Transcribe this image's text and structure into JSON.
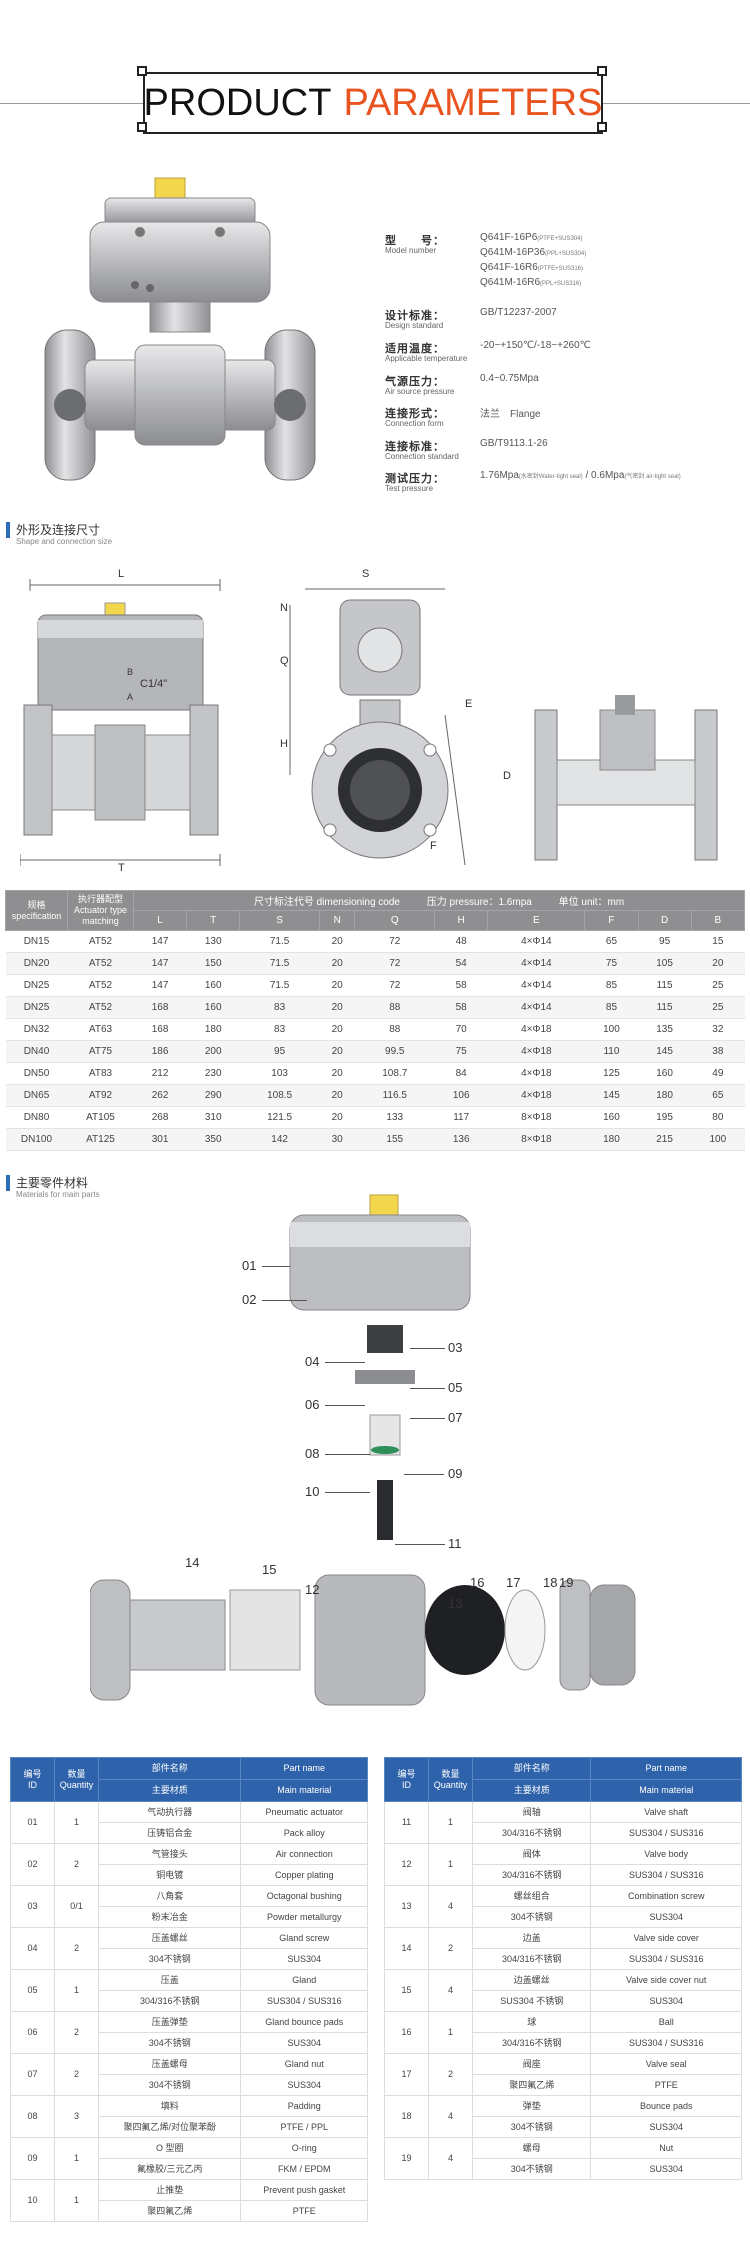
{
  "header": {
    "title_part1": "PRODUCT",
    "title_part2": "PARAMETERS",
    "accent": "#e8531f"
  },
  "specs": [
    {
      "label": "型　　号：",
      "sub": "Model number",
      "values": [
        {
          "main": "Q641F-16P6",
          "note": "(PTFE+SUS304)"
        },
        {
          "main": "Q641M-16P36",
          "note": "(PPL+SUS304)"
        },
        {
          "main": "Q641F-16R6",
          "note": "(PTFE+SUS316)"
        },
        {
          "main": "Q641M-16R6",
          "note": "(PPL+SUS316)"
        }
      ]
    },
    {
      "label": "设计标准：",
      "sub": "Design standard",
      "values": [
        {
          "main": "GB/T12237-2007",
          "note": ""
        }
      ]
    },
    {
      "label": "适用温度：",
      "sub": "Applicable temperature",
      "values": [
        {
          "main": "-20~+150℃/-18~+260℃",
          "note": ""
        }
      ]
    },
    {
      "label": "气源压力：",
      "sub": "Air source pressure",
      "values": [
        {
          "main": "0.4~0.75Mpa",
          "note": ""
        }
      ]
    },
    {
      "label": "连接形式：",
      "sub": "Connection form",
      "values": [
        {
          "main": "法兰　Flange",
          "note": ""
        }
      ]
    },
    {
      "label": "连接标准：",
      "sub": "Connection standard",
      "values": [
        {
          "main": "GB/T9113.1-26",
          "note": ""
        }
      ]
    },
    {
      "label": "测试压力：",
      "sub": "Test pressure",
      "values": [
        {
          "main": "1.76Mpa",
          "note": "(水密封Water-tight seal)",
          "main2": " / 0.6Mpa",
          "note2": "(气密封 air-tight seal)"
        }
      ]
    }
  ],
  "section_shape": {
    "cn": "外形及连接尺寸",
    "en": "Shape and connection size"
  },
  "section_materials": {
    "cn": "主要零件材料",
    "en": "Materials for main parts"
  },
  "drawing_labels": {
    "L": "L",
    "T": "T",
    "S": "S",
    "N": "N",
    "Q": "Q",
    "H": "H",
    "E": "E",
    "F": "F",
    "D": "D",
    "port": "C1/4\"",
    "B": "B",
    "A": "A"
  },
  "dim_table": {
    "head_spec_cn": "规格",
    "head_spec_en": "specification",
    "head_act_cn": "执行器配型",
    "head_act_en": "Actuator type matching",
    "head_dims": "尺寸标注代号 dimensioning code",
    "head_pressure": "压力 pressure：1.6mpa",
    "head_unit": "单位 unit：mm",
    "cols": [
      "L",
      "T",
      "S",
      "N",
      "Q",
      "H",
      "E",
      "F",
      "D",
      "B"
    ],
    "rows": [
      [
        "DN15",
        "AT52",
        "147",
        "130",
        "71.5",
        "20",
        "72",
        "48",
        "4×Φ14",
        "65",
        "95",
        "15"
      ],
      [
        "DN20",
        "AT52",
        "147",
        "150",
        "71.5",
        "20",
        "72",
        "54",
        "4×Φ14",
        "75",
        "105",
        "20"
      ],
      [
        "DN25",
        "AT52",
        "147",
        "160",
        "71.5",
        "20",
        "72",
        "58",
        "4×Φ14",
        "85",
        "115",
        "25"
      ],
      [
        "DN25",
        "AT52",
        "168",
        "160",
        "83",
        "20",
        "88",
        "58",
        "4×Φ14",
        "85",
        "115",
        "25"
      ],
      [
        "DN32",
        "AT63",
        "168",
        "180",
        "83",
        "20",
        "88",
        "70",
        "4×Φ18",
        "100",
        "135",
        "32"
      ],
      [
        "DN40",
        "AT75",
        "186",
        "200",
        "95",
        "20",
        "99.5",
        "75",
        "4×Φ18",
        "110",
        "145",
        "38"
      ],
      [
        "DN50",
        "AT83",
        "212",
        "230",
        "103",
        "20",
        "108.7",
        "84",
        "4×Φ18",
        "125",
        "160",
        "49"
      ],
      [
        "DN65",
        "AT92",
        "262",
        "290",
        "108.5",
        "20",
        "116.5",
        "106",
        "4×Φ18",
        "145",
        "180",
        "65"
      ],
      [
        "DN80",
        "AT105",
        "268",
        "310",
        "121.5",
        "20",
        "133",
        "117",
        "8×Φ18",
        "160",
        "195",
        "80"
      ],
      [
        "DN100",
        "AT125",
        "301",
        "350",
        "142",
        "30",
        "155",
        "136",
        "8×Φ18",
        "180",
        "215",
        "100"
      ]
    ]
  },
  "exploded_labels": [
    "01",
    "02",
    "03",
    "04",
    "05",
    "06",
    "07",
    "08",
    "09",
    "10",
    "11",
    "12",
    "13",
    "14",
    "15",
    "16",
    "17",
    "18",
    "19"
  ],
  "parts_head": {
    "id_cn": "编号",
    "id_en": "ID",
    "qty_cn": "数量",
    "qty_en": "Quantity",
    "name_cn": "部件名称",
    "name_en": "Part name",
    "mat_cn": "主要材质",
    "mat_en": "Main material"
  },
  "parts_left": [
    {
      "id": "01",
      "qty": "1",
      "name_cn": "气动执行器",
      "name_en": "Pneumatic actuator",
      "mat_cn": "压铸铝合金",
      "mat_en": "Pack alloy"
    },
    {
      "id": "02",
      "qty": "2",
      "name_cn": "气管接头",
      "name_en": "Air connection",
      "mat_cn": "铜电镀",
      "mat_en": "Copper plating"
    },
    {
      "id": "03",
      "qty": "0/1",
      "name_cn": "八角套",
      "name_en": "Octagonal bushing",
      "mat_cn": "粉末冶金",
      "mat_en": "Powder metallurgy"
    },
    {
      "id": "04",
      "qty": "2",
      "name_cn": "压盖螺丝",
      "name_en": "Gland screw",
      "mat_cn": "304不锈钢",
      "mat_en": "SUS304"
    },
    {
      "id": "05",
      "qty": "1",
      "name_cn": "压盖",
      "name_en": "Gland",
      "mat_cn": "304/316不锈钢",
      "mat_en": "SUS304 / SUS316"
    },
    {
      "id": "06",
      "qty": "2",
      "name_cn": "压盖弹垫",
      "name_en": "Gland bounce pads",
      "mat_cn": "304不锈钢",
      "mat_en": "SUS304"
    },
    {
      "id": "07",
      "qty": "2",
      "name_cn": "压盖螺母",
      "name_en": "Gland nut",
      "mat_cn": "304不锈钢",
      "mat_en": "SUS304"
    },
    {
      "id": "08",
      "qty": "3",
      "name_cn": "填料",
      "name_en": "Padding",
      "mat_cn": "聚四氟乙烯/对位聚苯酚",
      "mat_en": "PTFE / PPL"
    },
    {
      "id": "09",
      "qty": "1",
      "name_cn": "O 型圈",
      "name_en": "O-ring",
      "mat_cn": "氟橡胶/三元乙丙",
      "mat_en": "FKM / EPDM"
    },
    {
      "id": "10",
      "qty": "1",
      "name_cn": "止推垫",
      "name_en": "Prevent push gasket",
      "mat_cn": "聚四氟乙烯",
      "mat_en": "PTFE"
    }
  ],
  "parts_right": [
    {
      "id": "11",
      "qty": "1",
      "name_cn": "阀轴",
      "name_en": "Valve shaft",
      "mat_cn": "304/316不锈钢",
      "mat_en": "SUS304 / SUS316"
    },
    {
      "id": "12",
      "qty": "1",
      "name_cn": "阀体",
      "name_en": "Valve body",
      "mat_cn": "304/316不锈钢",
      "mat_en": "SUS304 / SUS316"
    },
    {
      "id": "13",
      "qty": "4",
      "name_cn": "螺丝组合",
      "name_en": "Combination screw",
      "mat_cn": "304不锈钢",
      "mat_en": "SUS304"
    },
    {
      "id": "14",
      "qty": "2",
      "name_cn": "边盖",
      "name_en": "Valve side cover",
      "mat_cn": "304/316不锈钢",
      "mat_en": "SUS304 / SUS316"
    },
    {
      "id": "15",
      "qty": "4",
      "name_cn": "边盖螺丝",
      "name_en": "Valve side cover nut",
      "mat_cn": "SUS304 不锈钢",
      "mat_en": "SUS304"
    },
    {
      "id": "16",
      "qty": "1",
      "name_cn": "球",
      "name_en": "Ball",
      "mat_cn": "304/316不锈钢",
      "mat_en": "SUS304 / SUS316"
    },
    {
      "id": "17",
      "qty": "2",
      "name_cn": "阀座",
      "name_en": "Valve seal",
      "mat_cn": "聚四氟乙烯",
      "mat_en": "PTFE"
    },
    {
      "id": "18",
      "qty": "4",
      "name_cn": "弹垫",
      "name_en": "Bounce pads",
      "mat_cn": "304不锈钢",
      "mat_en": "SUS304"
    },
    {
      "id": "19",
      "qty": "4",
      "name_cn": "螺母",
      "name_en": "Nut",
      "mat_cn": "304不锈钢",
      "mat_en": "SUS304"
    }
  ]
}
